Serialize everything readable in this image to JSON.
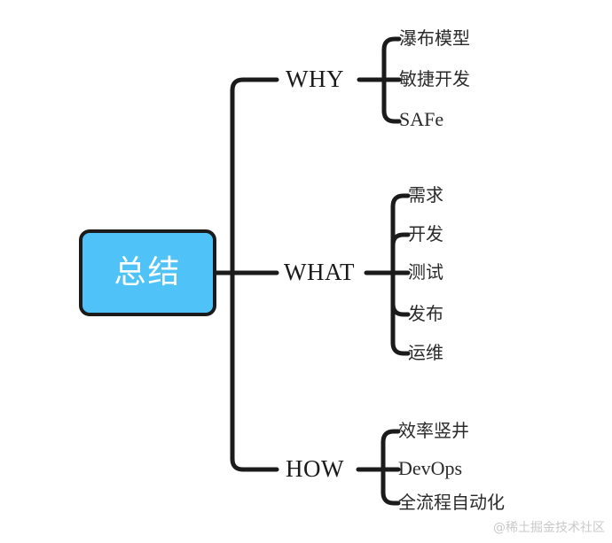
{
  "diagram": {
    "type": "mind-map",
    "root": {
      "label": "总结",
      "fill_color": "#4FC3F7",
      "border_color": "#1b1b1b",
      "text_color": "#ffffff"
    },
    "line_color": "#1b1b1b",
    "branches": [
      {
        "label": "WHY",
        "leaves": [
          {
            "label": "瀑布模型"
          },
          {
            "label": "敏捷开发"
          },
          {
            "label": "SAFe"
          }
        ]
      },
      {
        "label": "WHAT",
        "leaves": [
          {
            "label": "需求"
          },
          {
            "label": "开发"
          },
          {
            "label": "测试"
          },
          {
            "label": "发布"
          },
          {
            "label": "运维"
          }
        ]
      },
      {
        "label": "HOW",
        "leaves": [
          {
            "label": "效率竖井"
          },
          {
            "label": "DevOps"
          },
          {
            "label": "全流程自动化"
          }
        ]
      }
    ]
  },
  "watermark": {
    "text": "@稀土掘金技术社区"
  }
}
